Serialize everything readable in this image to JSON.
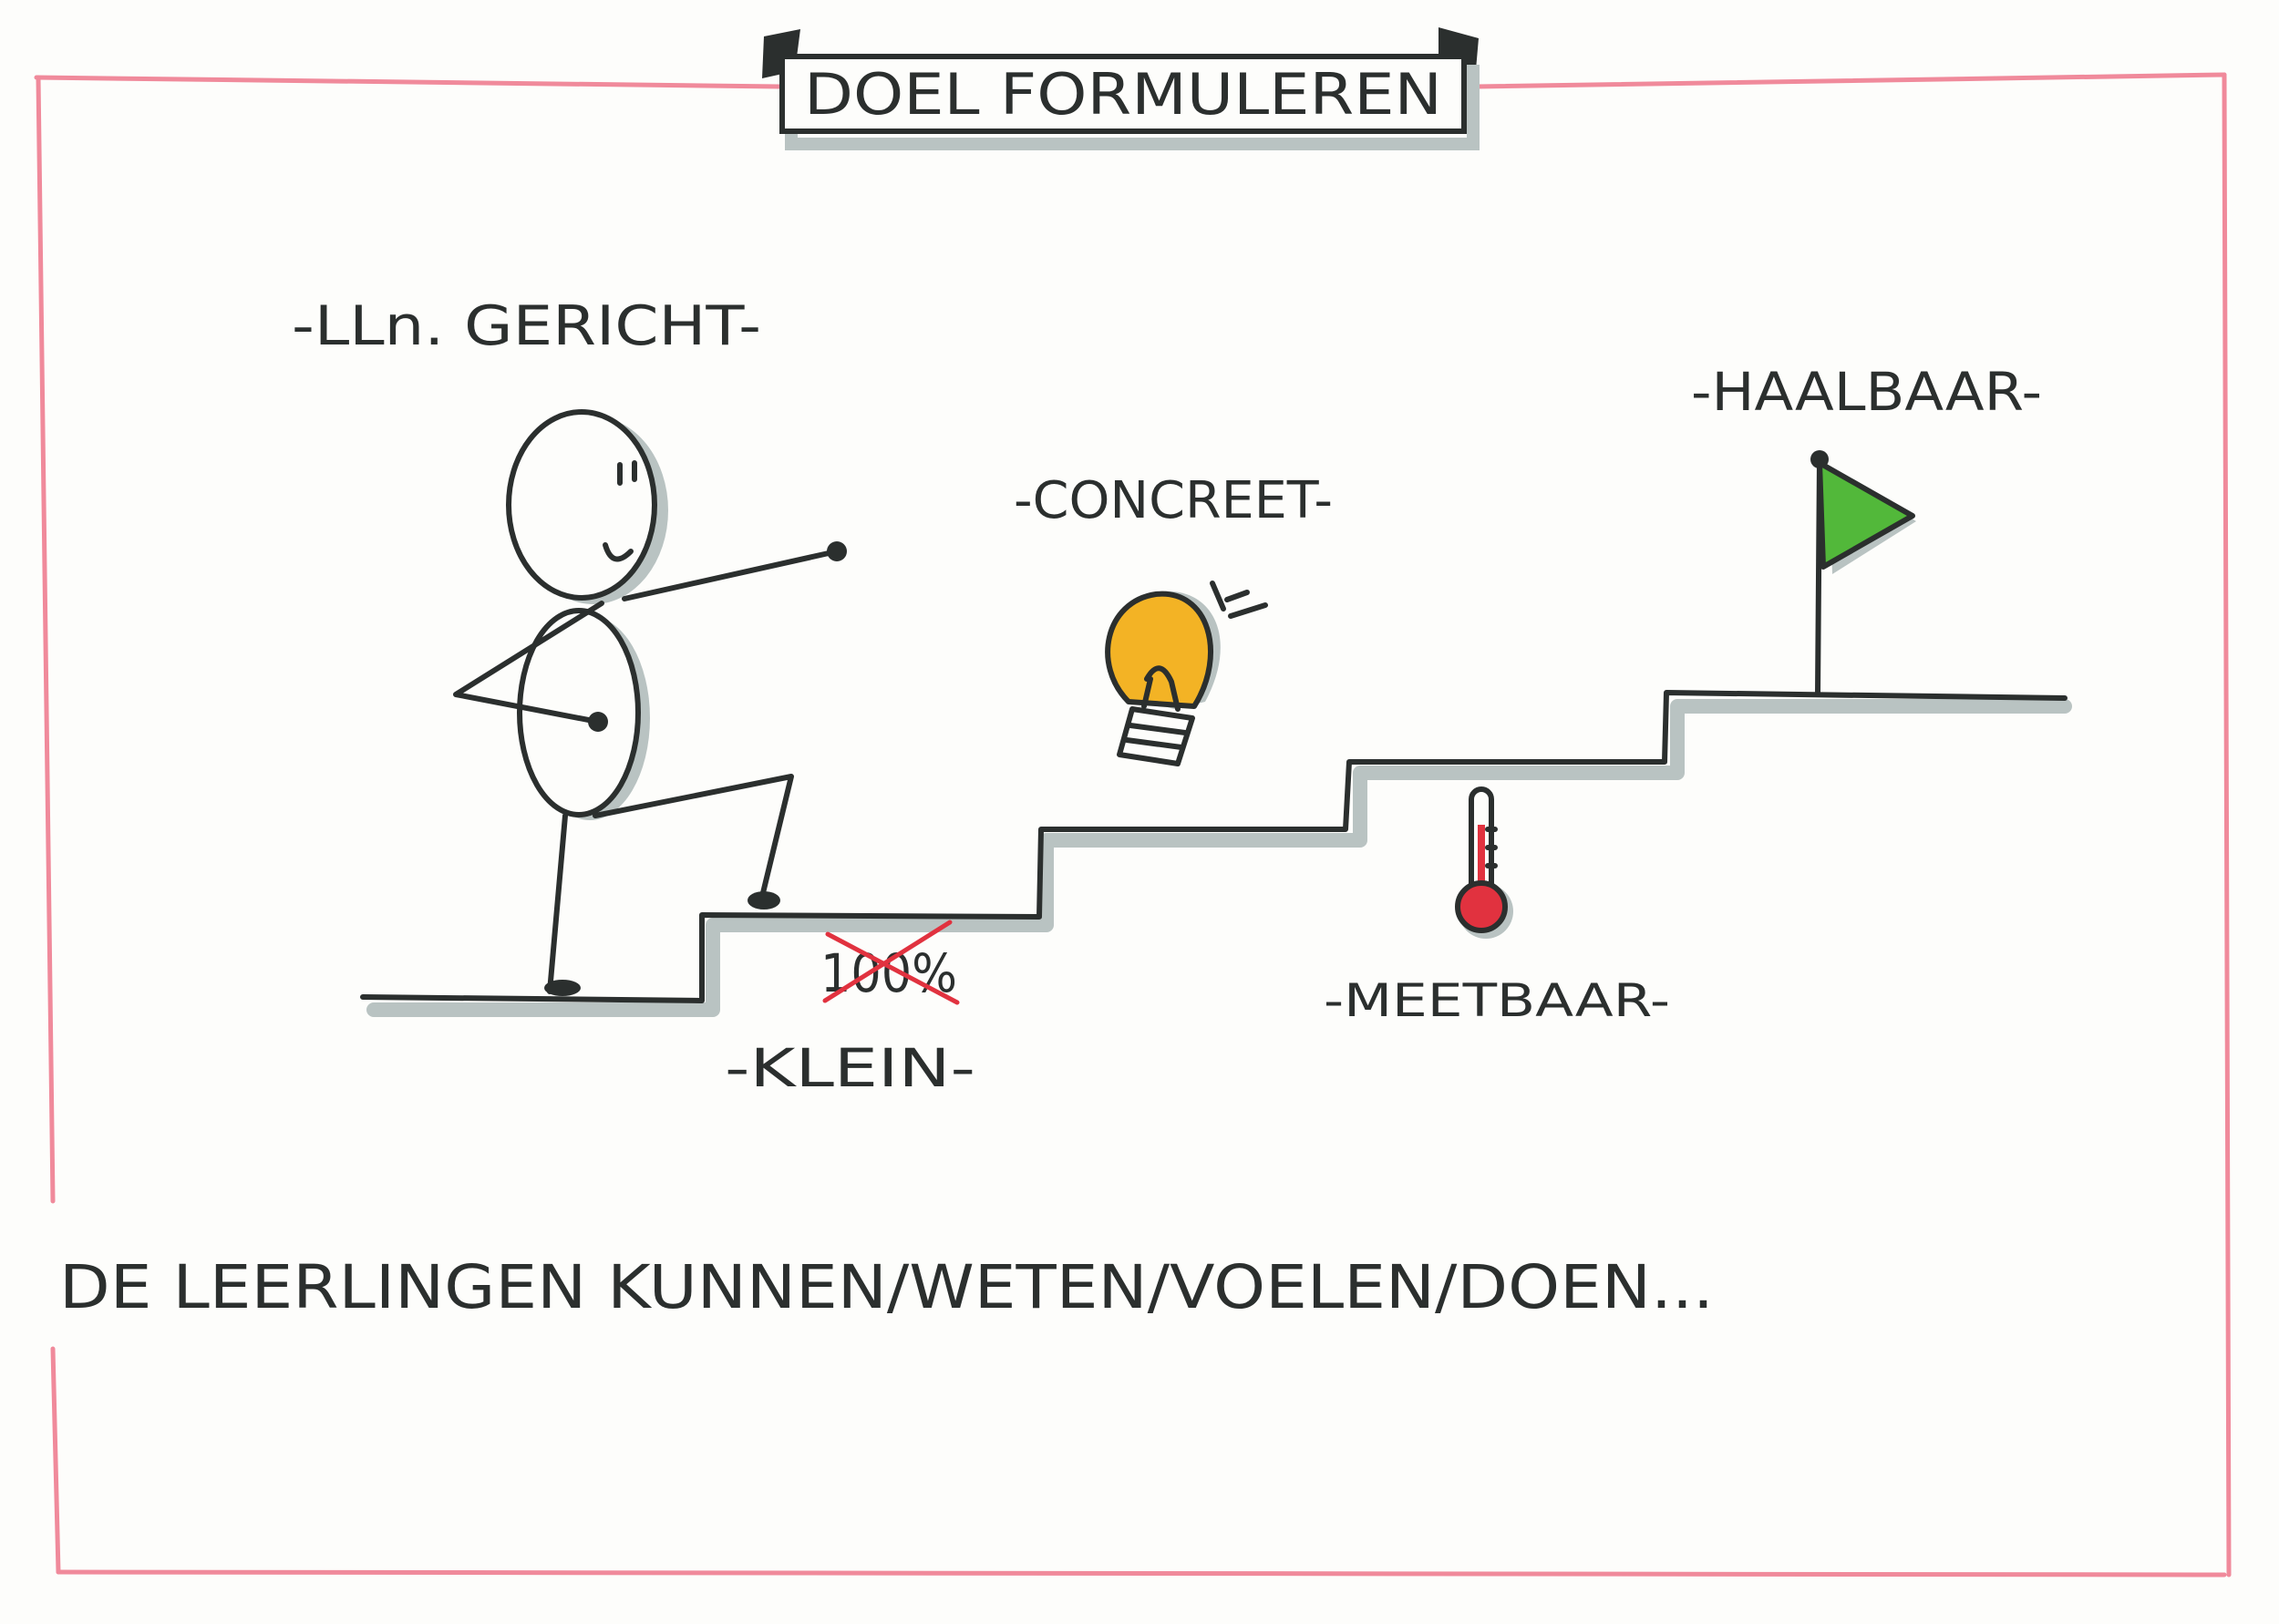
{
  "title": "DOEL FORMULEREN",
  "criteria": {
    "student_centered": "-LLn. GERICHT-",
    "concrete": "-CONCREET-",
    "achievable": "-HAALBAAR-",
    "measurable": "-MEETBAAR-",
    "small": "-KLEIN-"
  },
  "crossed_out": "100%",
  "sentence": "DE LEERLINGEN KUNNEN/WETEN/VOELEN/DOEN...",
  "colors": {
    "frame": "#f08a9b",
    "ink": "#2b2f2e",
    "shadow": "#b9c3c2",
    "bulb": "#f3b325",
    "flag": "#52b83a",
    "thermometer": "#e1323f",
    "cross": "#e1323f"
  },
  "icons": [
    "stick-figure",
    "lightbulb-icon",
    "thermometer-icon",
    "flag-icon"
  ]
}
